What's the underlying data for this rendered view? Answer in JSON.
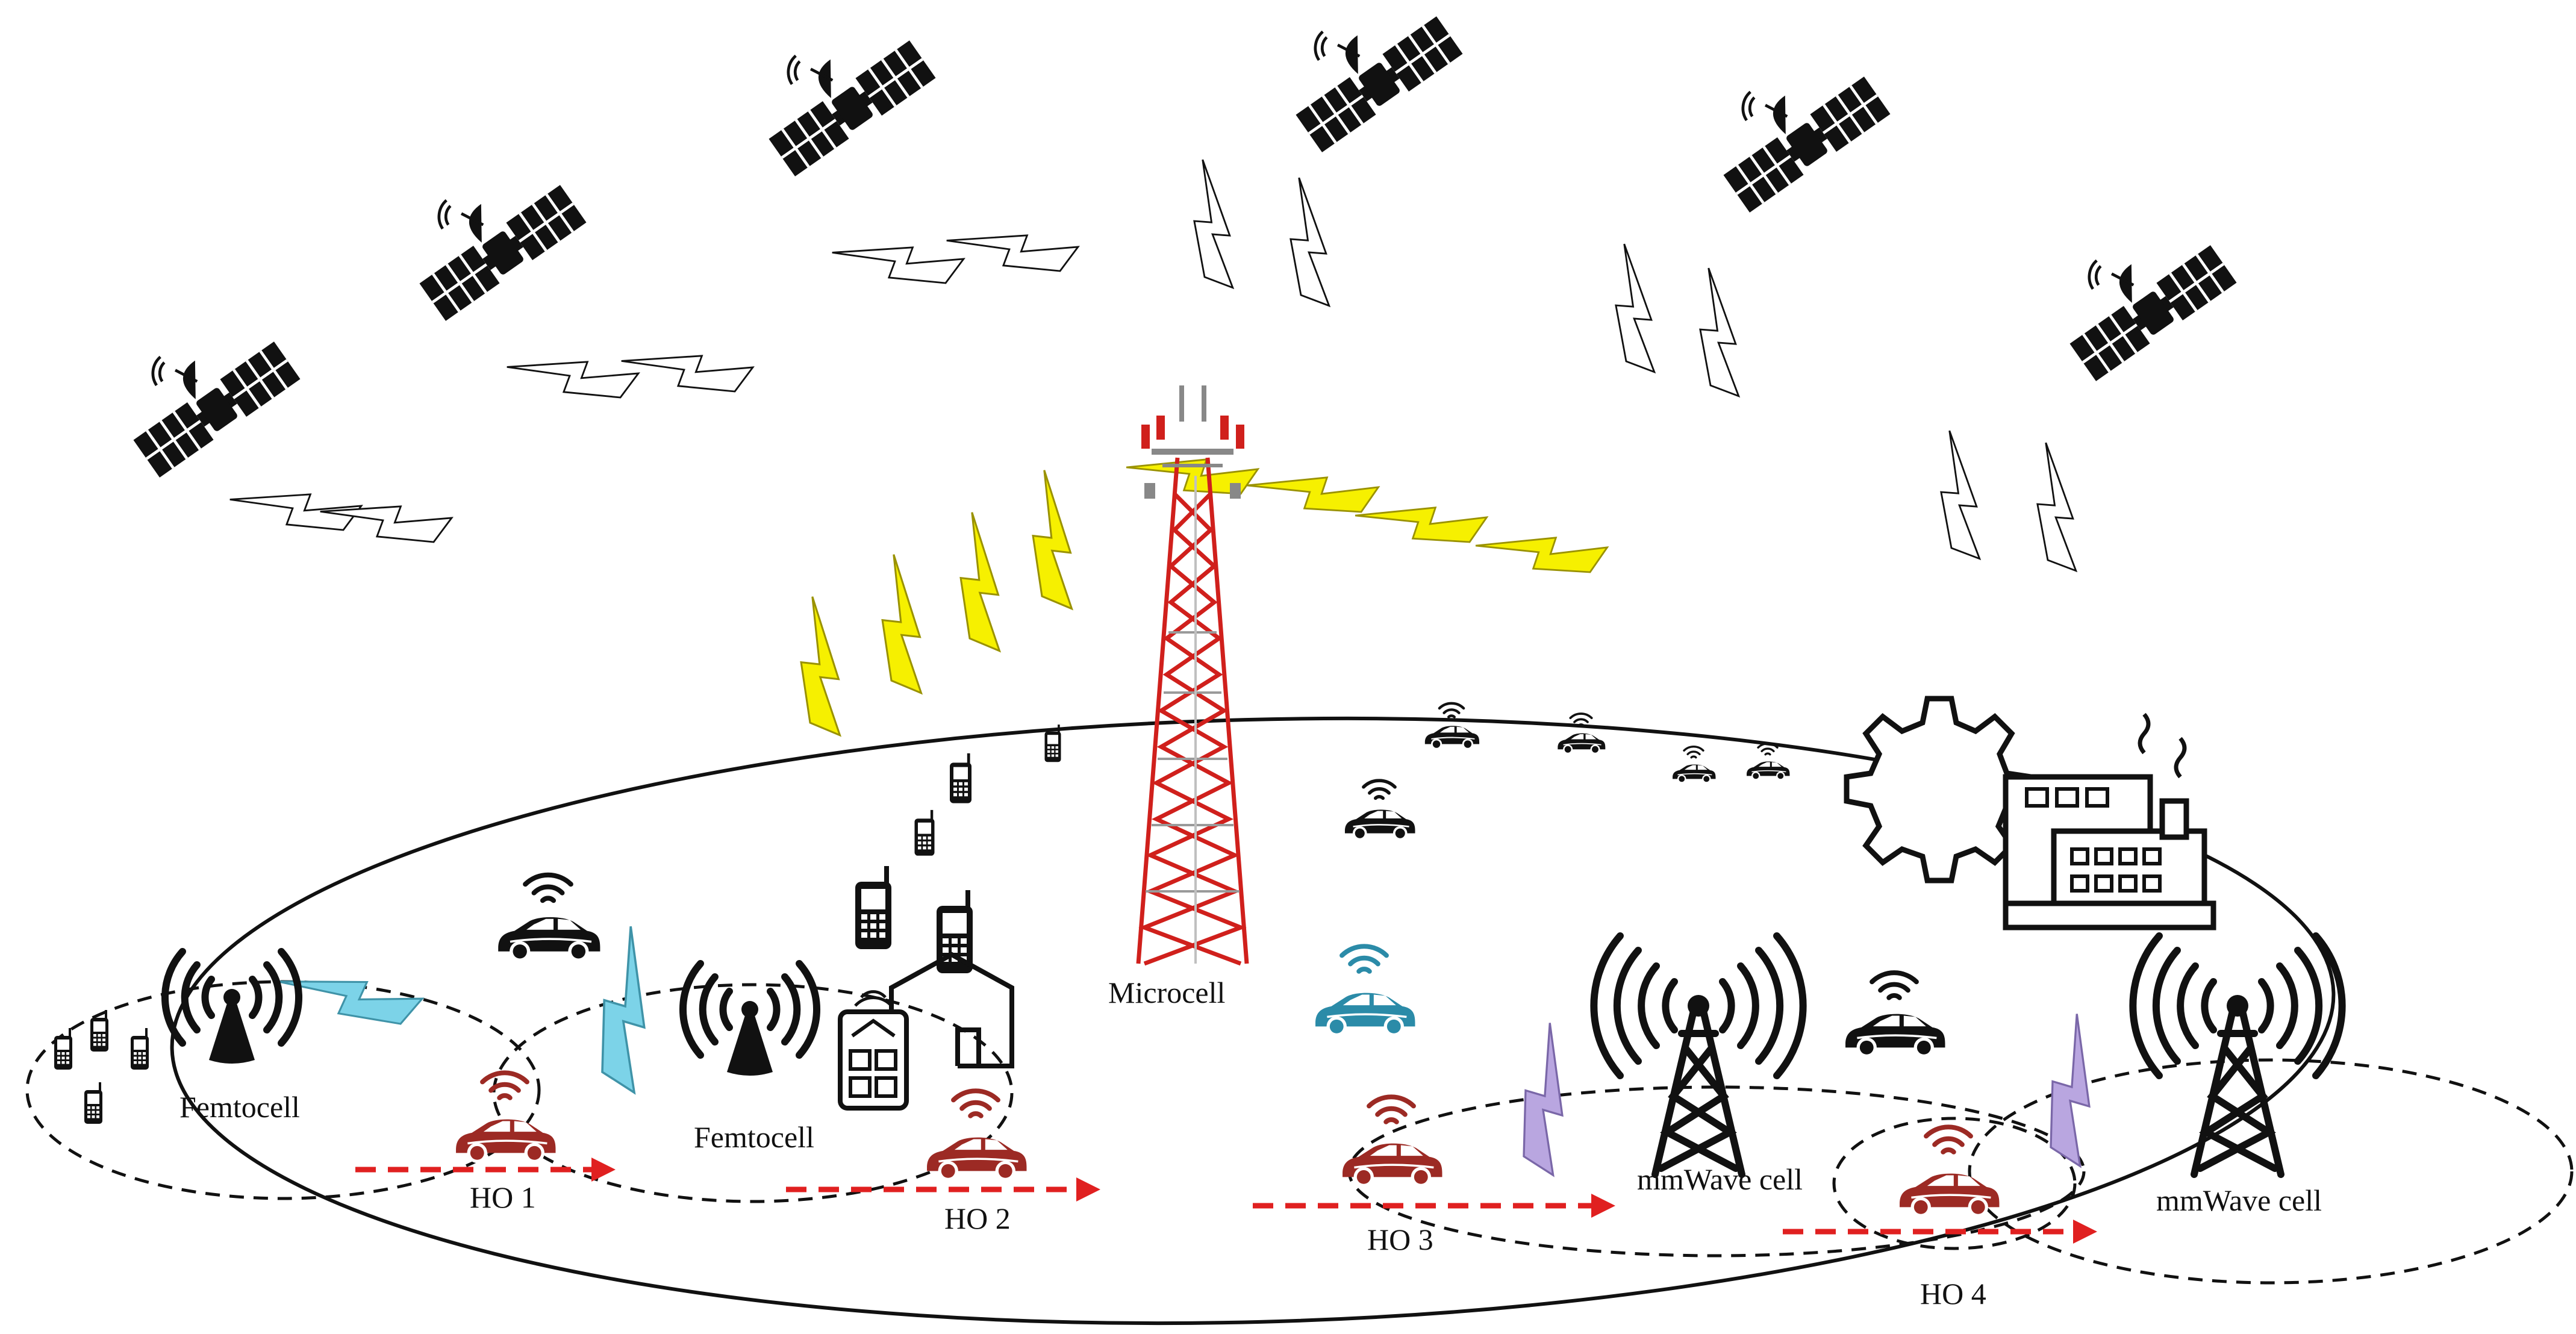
{
  "labels": {
    "microcell": "Microcell",
    "femtocell_left": "Femtocell",
    "femtocell_right": "Femtocell",
    "mmwave_left": "mmWave cell",
    "mmwave_right": "mmWave cell",
    "ho1": "HO 1",
    "ho2": "HO 2",
    "ho3": "HO 3",
    "ho4": "HO 4"
  },
  "colors": {
    "handover_arrow": "#e02020",
    "ue_car": "#9c2a24",
    "connected_car": "#2b8ba8",
    "femto_link": "#7cd3e8",
    "mmwave_link": "#b9a6e0",
    "macro_link": "#f6f000",
    "tower_red": "#d0201c",
    "icon_dark": "#111111"
  },
  "icons": {
    "satellite": "satellite-icon",
    "tower": "microcell-tower-icon",
    "femtocell": "femtocell-antenna-icon",
    "mmwave": "mmwave-tower-icon",
    "car": "car-icon",
    "phone": "mobile-phone-icon",
    "factory": "smart-factory-icon",
    "home": "smart-home-icon"
  }
}
